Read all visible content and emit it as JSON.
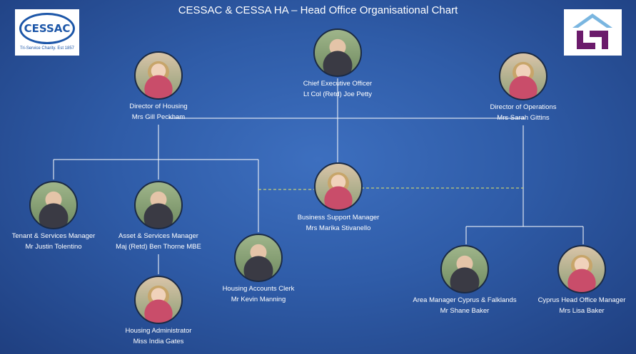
{
  "title": "CESSAC & CESSA HA – Head Office Organisational Chart",
  "logo_left": {
    "text": "CESSAC",
    "tagline": "Tri-Service Charity. Est 1857"
  },
  "logo_right": {
    "icon": "house-logo-icon"
  },
  "colors": {
    "background": "#2f5ca8",
    "line": "#ffffff",
    "dashed_line": "#e8e86a",
    "logo_blue": "#1c56a8",
    "logo_purple": "#6b1b6b"
  },
  "people": {
    "ceo": {
      "role": "Chief Executive Officer",
      "name": "Lt Col (Retd) Joe Petty"
    },
    "housing_director": {
      "role": "Director of Housing",
      "name": "Mrs Gill Peckham"
    },
    "operations_director": {
      "role": "Director of Operations",
      "name": "Mrs Sarah Gittins"
    },
    "business_support": {
      "role": "Business Support Manager",
      "name": "Mrs Marika Stivanello"
    },
    "tenant_services": {
      "role": "Tenant & Services Manager",
      "name": "Mr Justin Tolentino"
    },
    "asset_services": {
      "role": "Asset & Services Manager",
      "name": "Maj (Retd) Ben Thorne MBE"
    },
    "housing_admin": {
      "role": "Housing Administrator",
      "name": "Miss India Gates"
    },
    "accounts_clerk": {
      "role": "Housing Accounts Clerk",
      "name": "Mr Kevin Manning"
    },
    "area_manager": {
      "role": "Area Manager Cyprus & Falklands",
      "name": "Mr Shane Baker"
    },
    "cyprus_office": {
      "role": "Cyprus Head Office Manager",
      "name": "Mrs Lisa Baker"
    }
  }
}
